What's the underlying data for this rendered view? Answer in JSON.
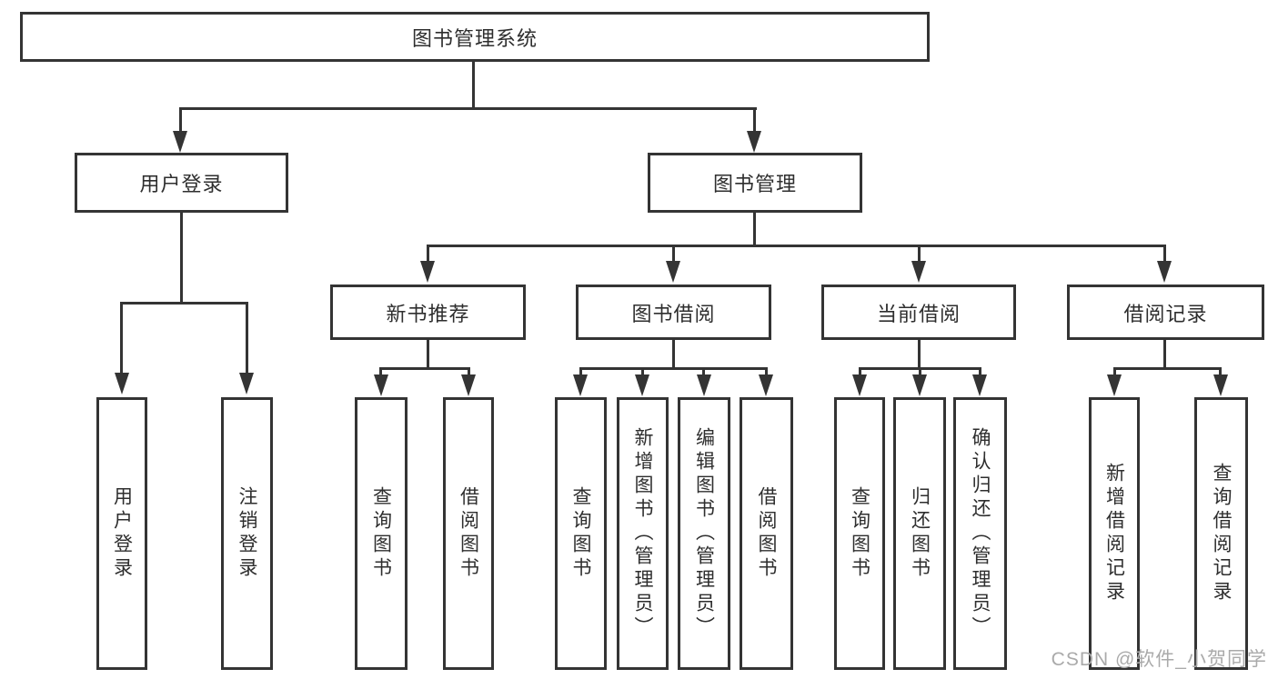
{
  "diagram": {
    "title": "图书管理系统",
    "level2": {
      "user_login": "用户登录",
      "book_mgmt": "图书管理"
    },
    "level3": {
      "new_books": "新书推荐",
      "book_borrow": "图书借阅",
      "current_borrow": "当前借阅",
      "borrow_records": "借阅记录"
    },
    "leaves": {
      "user_login": [
        "用户登录",
        "注销登录"
      ],
      "new_books": [
        "查询图书",
        "借阅图书"
      ],
      "book_borrow": [
        "查询图书",
        "新增图书（管理员）",
        "编辑图书（管理员）",
        "借阅图书"
      ],
      "current_borrow": [
        "查询图书",
        "归还图书",
        "确认归还（管理员）"
      ],
      "borrow_records": [
        "新增借阅记录",
        "查询借阅记录"
      ]
    }
  },
  "watermark": {
    "text": "CSDN @软件_小贺同学"
  },
  "colors": {
    "line": "#343434",
    "text": "#2e2e2e",
    "watermark": "#aaaaaa",
    "background": "#ffffff"
  }
}
